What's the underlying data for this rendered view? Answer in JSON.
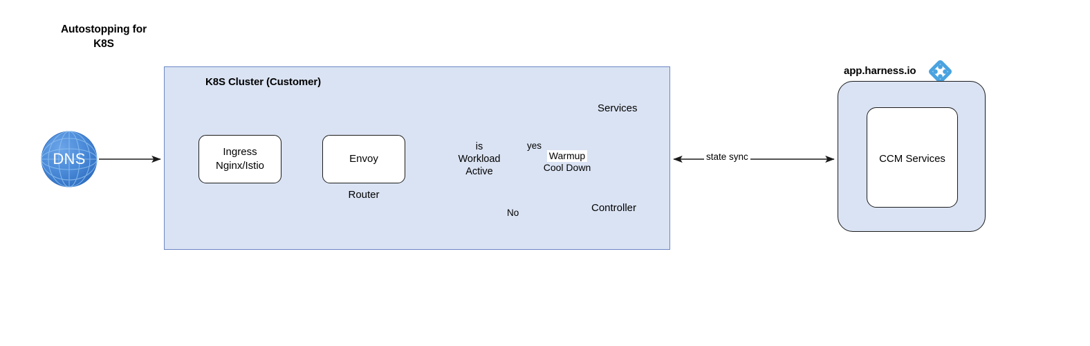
{
  "diagram": {
    "title": "Autostopping for\nK8S",
    "type": "architecture-flow-diagram"
  },
  "cluster": {
    "title": "K8S Cluster (Customer)",
    "icon": "kubernetes-icon",
    "fill_color": "#dae3f3",
    "border_color": "#6b86c4"
  },
  "nodes": {
    "dns": {
      "label": "DNS",
      "icon": "globe-icon"
    },
    "ingress": {
      "label": "Ingress\nNginx/Istio"
    },
    "envoy": {
      "label": "Envoy",
      "sublabel": "Router"
    },
    "decision": {
      "label": "is\nWorkload\nActive"
    },
    "services": {
      "label": "Services",
      "icon": "services-pods-icon"
    },
    "controller": {
      "label": "Controller",
      "icon": "container-cube-icon"
    },
    "warmup": {
      "line1": "Warmup",
      "line2": "Cool Down"
    }
  },
  "edges": {
    "yes": "yes",
    "no": "No",
    "state_sync": "state sync"
  },
  "harness": {
    "title": "app.harness.io",
    "logo": "harness-diamond-logo",
    "cloud_icon": "google-cloud-icon",
    "inner_icon": "kubernetes-icon",
    "ccm_label": "CCM Services"
  },
  "colors": {
    "k8s_blue": "#326ce5",
    "panel_blue": "#dae3f3",
    "accent_blue": "#3f7fe0",
    "harness_blue": "#4aa3e0",
    "line": "#1a1a1a"
  }
}
